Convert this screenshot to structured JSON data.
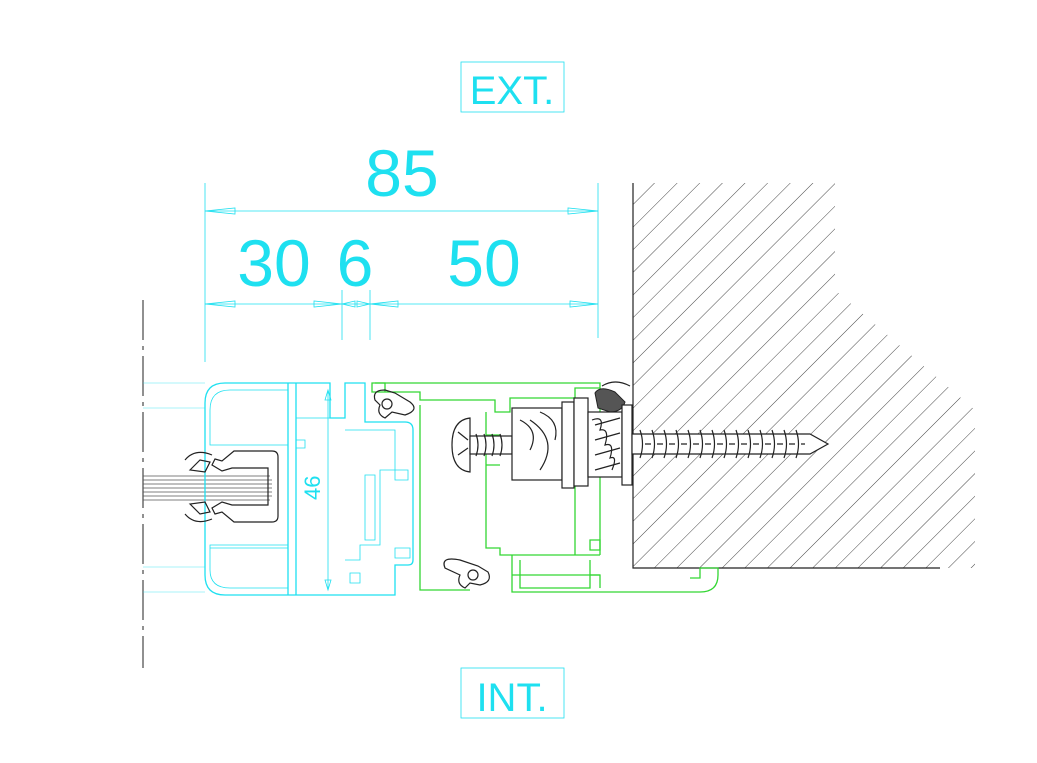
{
  "labels": {
    "ext": "EXT.",
    "int": "INT."
  },
  "dimensions": {
    "overall": "85",
    "seg1": "30",
    "seg2": "6",
    "seg3": "50",
    "height": "46"
  },
  "colors": {
    "frame": "#1ee0f0",
    "subframe": "#33d633",
    "wall_hatch": "#333333",
    "fixing": "#222222"
  }
}
